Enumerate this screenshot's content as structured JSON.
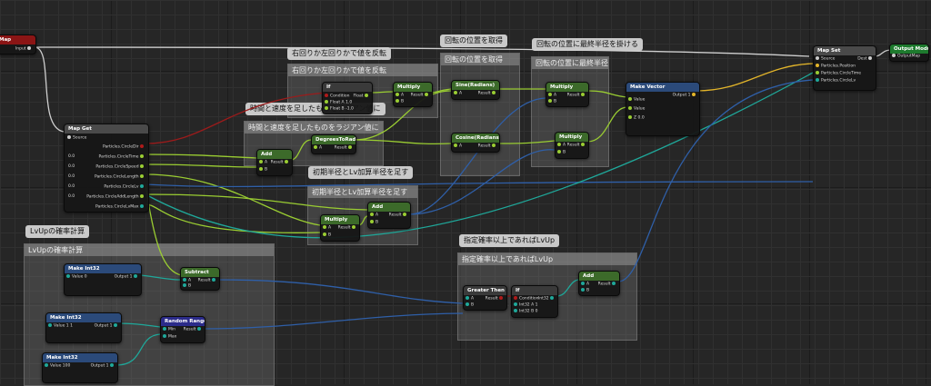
{
  "comments": [
    {
      "id": "c1",
      "title": "右回りか左回りかで値を反転"
    },
    {
      "id": "c2",
      "title": "時間と速度を足したものをラジアン値に"
    },
    {
      "id": "c3",
      "title": "回転の位置を取得"
    },
    {
      "id": "c4",
      "title": "回転の位置に最終半径を掛ける"
    },
    {
      "id": "c5",
      "title": "初期半径とLv加算半径を足す"
    },
    {
      "id": "c6",
      "title": "LvUpの確率計算"
    },
    {
      "id": "c7",
      "title": "指定確率以上であればLvUp"
    }
  ],
  "nodes": {
    "input_map": {
      "title": "Map",
      "pin": "Input"
    },
    "map_get": {
      "title": "Map Get",
      "pins": [
        "Source",
        "Particles.CircleDir",
        "Particles.CircleTime",
        "Particles.CircleSpeed",
        "Particles.CircleLength",
        "Particles.CircleLv",
        "Particles.CircleAddLength",
        "Particles.CircleLvMax"
      ],
      "values": [
        "0.0",
        "0.0",
        "0.0",
        "0.0",
        "0.0"
      ]
    },
    "select": {
      "title": "If",
      "pins": [
        "Condition",
        "Float A",
        "Float B",
        "Float"
      ],
      "a": "1.0",
      "b": "-1.0"
    },
    "multiply1": {
      "title": "Multiply",
      "pins": [
        "A",
        "B",
        "Result"
      ]
    },
    "add1": {
      "title": "Add",
      "pins": [
        "A",
        "B",
        "Result"
      ]
    },
    "deg2rad": {
      "title": "DegreesToRadians",
      "pins": [
        "A",
        "Result"
      ]
    },
    "sin": {
      "title": "Sine(Radians)",
      "pins": [
        "A",
        "Result"
      ]
    },
    "cos": {
      "title": "Cosine(Radians)",
      "pins": [
        "A",
        "Result"
      ]
    },
    "multiply2": {
      "title": "Multiply",
      "pins": [
        "A",
        "B",
        "Result"
      ]
    },
    "multiply3": {
      "title": "Multiply",
      "pins": [
        "A",
        "B",
        "Result"
      ]
    },
    "make_vector": {
      "title": "Make Vector",
      "pins": [
        "Value",
        "Value",
        "Z",
        "Output 1"
      ],
      "z": "0.0"
    },
    "map_set": {
      "title": "Map Set",
      "pins": [
        "Source",
        "Particles.Position",
        "Particles.CircleTime",
        "Particles.CircleLv",
        "Dest"
      ]
    },
    "output_module": {
      "title": "Output Module",
      "pin": "OutputMap"
    },
    "multiply4": {
      "title": "Multiply",
      "pins": [
        "A",
        "B",
        "Result"
      ]
    },
    "add2": {
      "title": "Add",
      "pins": [
        "A",
        "B",
        "Result"
      ]
    },
    "make_int1": {
      "title": "Make Int32",
      "pins": [
        "Value",
        "Output 1"
      ],
      "value": "0"
    },
    "subtract": {
      "title": "Subtract",
      "pins": [
        "A",
        "B",
        "Result"
      ]
    },
    "make_int2": {
      "title": "Make Int32",
      "pins": [
        "Value 1",
        "Output 1"
      ],
      "value": "1"
    },
    "random_range": {
      "title": "Random Range",
      "pins": [
        "Min",
        "Max",
        "Result"
      ]
    },
    "make_int3": {
      "title": "Make Int32",
      "pins": [
        "Value",
        "Output 1"
      ],
      "value": "100"
    },
    "greater": {
      "title": "Greater Then",
      "pins": [
        "A",
        "B",
        "Result"
      ]
    },
    "select2": {
      "title": "If",
      "pins": [
        "Condition",
        "Int32 A",
        "Int32 B",
        "Int32"
      ],
      "a": "1",
      "b": "0"
    },
    "add3": {
      "title": "Add",
      "pins": [
        "A",
        "B",
        "Result"
      ]
    }
  },
  "colors": {
    "float": "#9acd32",
    "int": "#1fa89a",
    "bool": "#8b0000",
    "vector": "#e3b52a",
    "map": "#cccccc",
    "blue": "#2f5fa8"
  }
}
